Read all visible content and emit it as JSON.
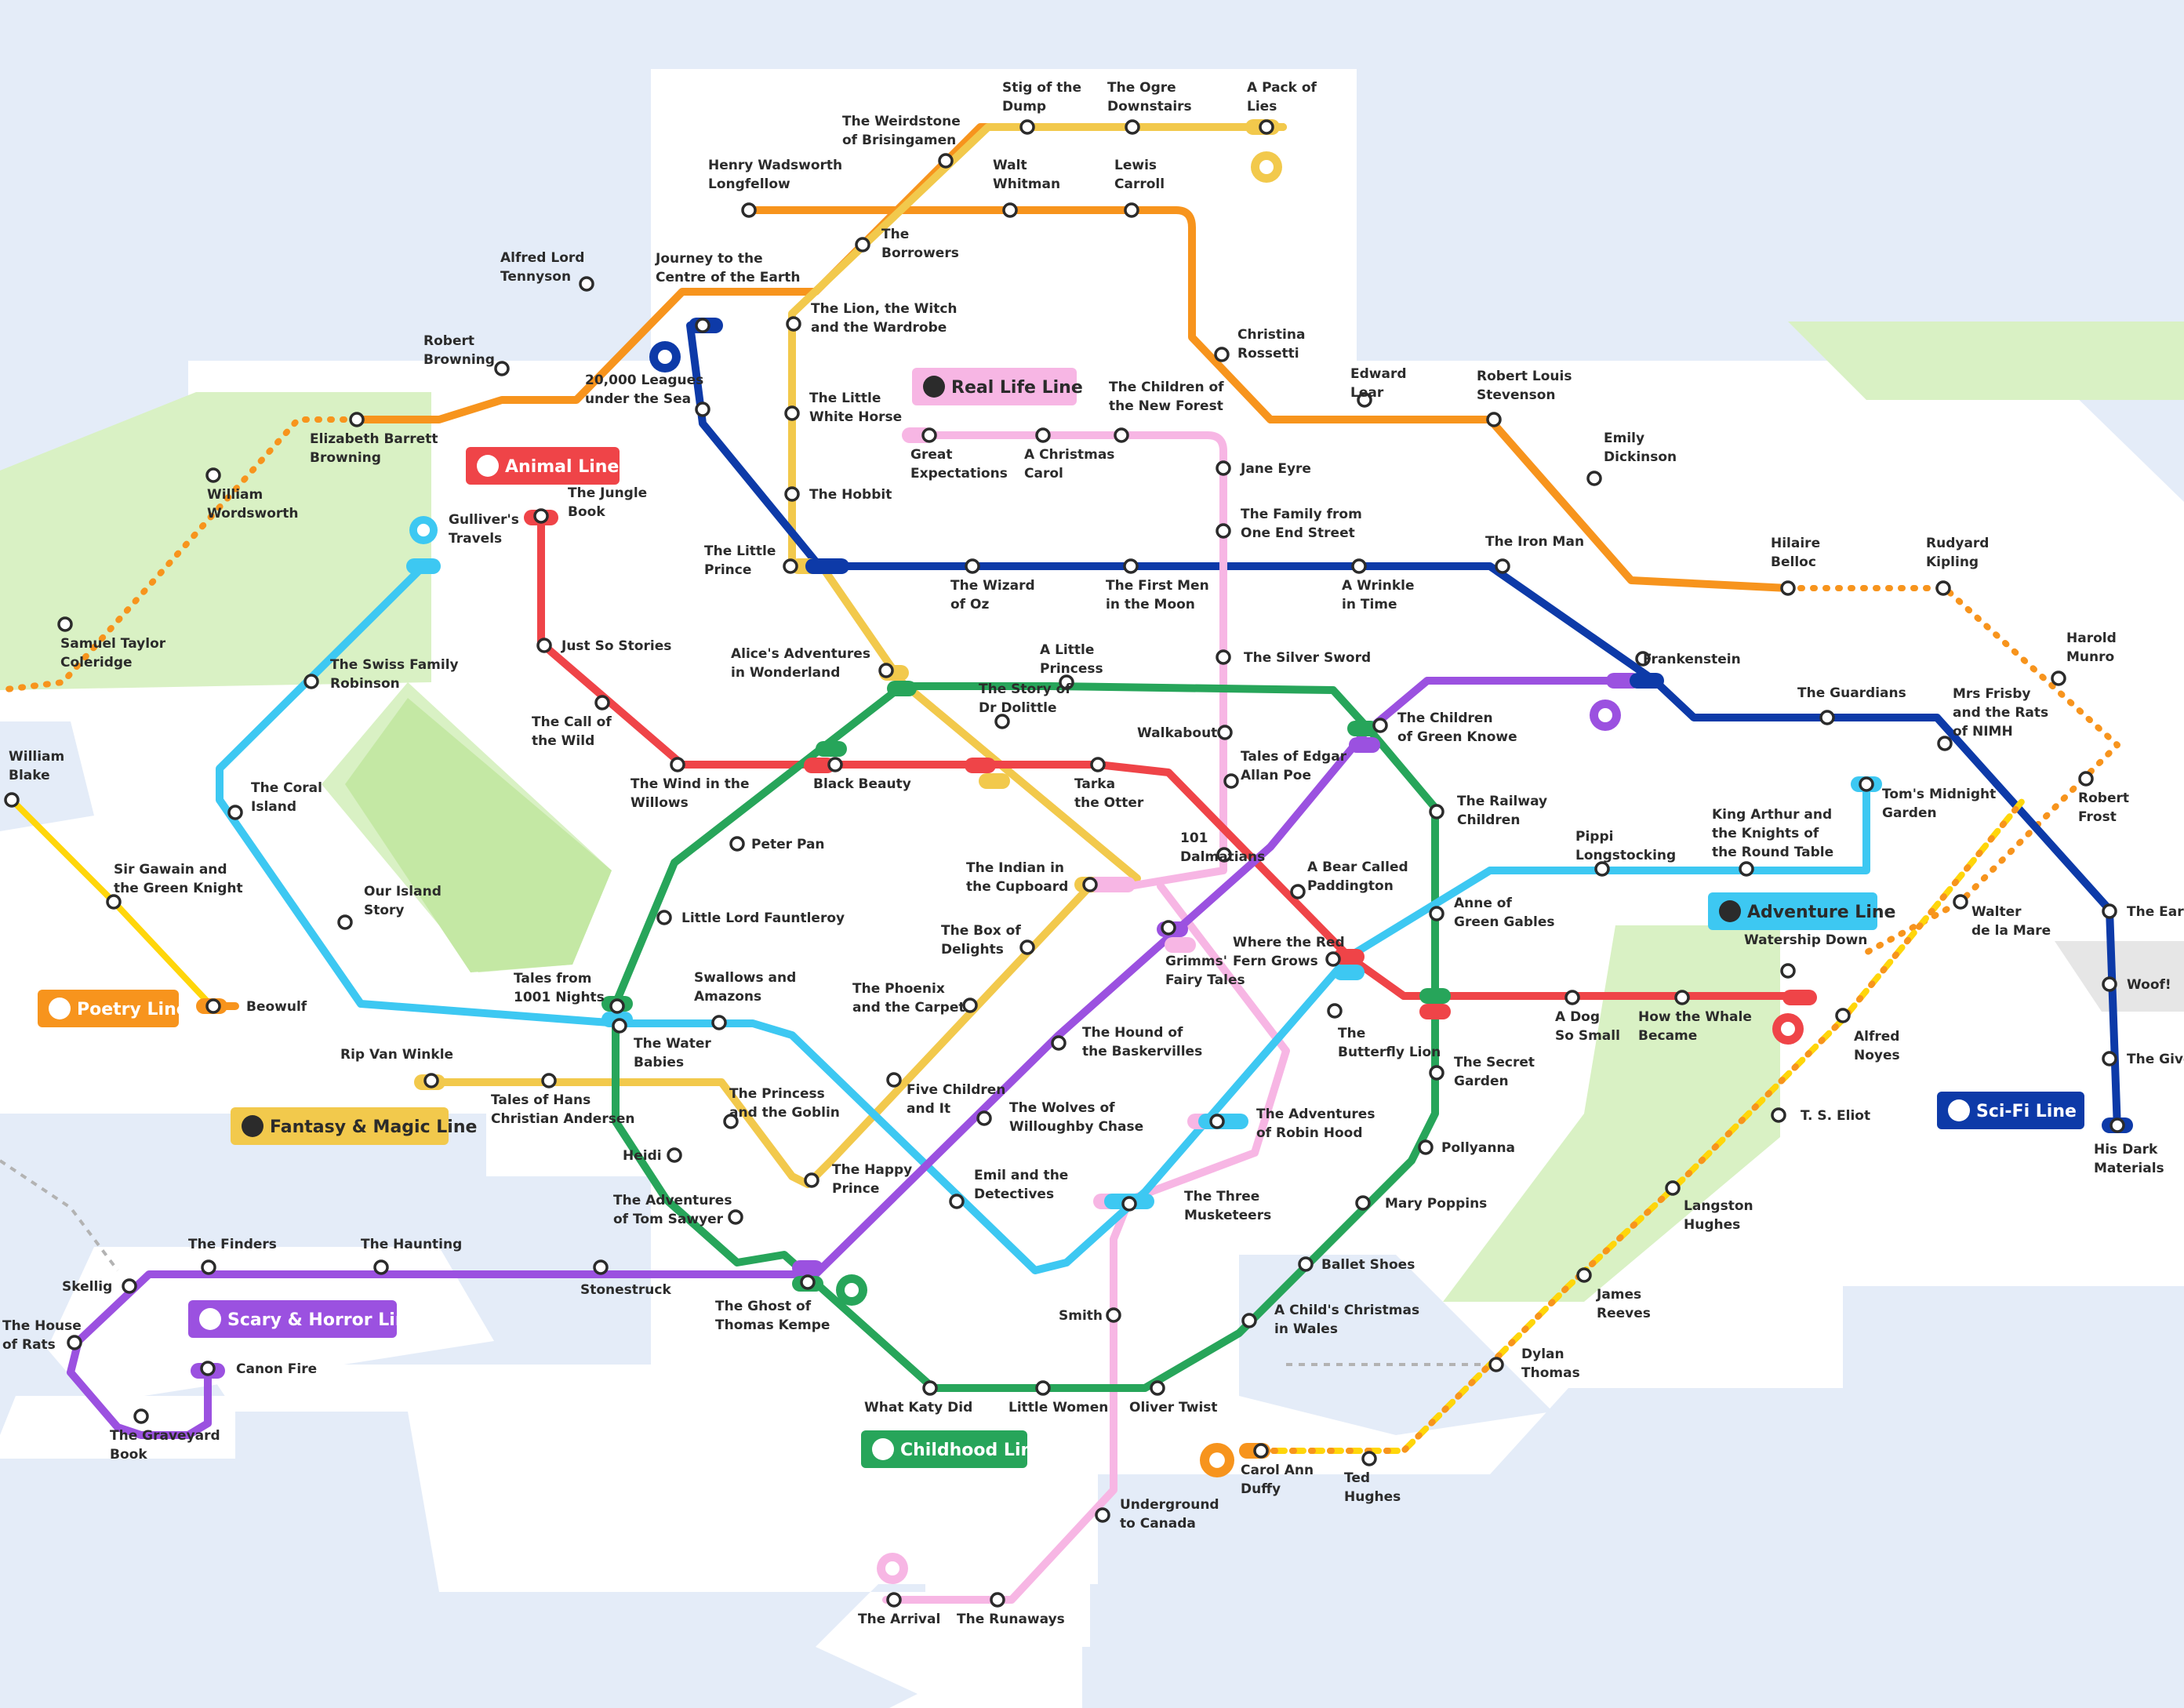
{
  "colors": {
    "poetry": "#f7941d",
    "realLife": "#f7b6e4",
    "childhood": "#27a55a",
    "animal": "#ef4448",
    "fantasy": "#f2c94c",
    "scifi": "#0d3aa8",
    "adventure": "#3dc8f2",
    "horror": "#9b51e0",
    "minor": "#ffd60a"
  },
  "lineBadges": [
    {
      "key": "poetry",
      "label": "Poetry Line",
      "icon": "horse-head-icon"
    },
    {
      "key": "realLife",
      "label": "Real Life Line",
      "icon": "train-icon"
    },
    {
      "key": "animal",
      "label": "Animal Line",
      "icon": "paw-icon"
    },
    {
      "key": "fantasy",
      "label": "Fantasy & Magic Line",
      "icon": "castle-icon"
    },
    {
      "key": "horror",
      "label": "Scary & Horror Line",
      "icon": "ghost-icon"
    },
    {
      "key": "childhood",
      "label": "Childhood Line",
      "icon": "child-icon"
    },
    {
      "key": "adventure",
      "label": "Adventure Line",
      "icon": "compass-icon"
    },
    {
      "key": "scifi",
      "label": "Sci-Fi Line",
      "icon": "rocket-icon"
    }
  ],
  "stations": [
    {
      "id": "stig",
      "lines": [
        "Stig of the",
        "Dump"
      ]
    },
    {
      "id": "ogre",
      "lines": [
        "The Ogre",
        "Downstairs"
      ]
    },
    {
      "id": "packlies",
      "lines": [
        "A Pack of",
        "Lies"
      ]
    },
    {
      "id": "weirdstone",
      "lines": [
        "The Weirdstone",
        "of Brisingamen"
      ]
    },
    {
      "id": "longfellow",
      "lines": [
        "Henry Wadsworth",
        "Longfellow"
      ]
    },
    {
      "id": "whitman",
      "lines": [
        "Walt",
        "Whitman"
      ]
    },
    {
      "id": "carroll",
      "lines": [
        "Lewis",
        "Carroll"
      ]
    },
    {
      "id": "borrowers",
      "lines": [
        "The",
        "Borrowers"
      ]
    },
    {
      "id": "tennyson",
      "lines": [
        "Alfred Lord",
        "Tennyson"
      ]
    },
    {
      "id": "journey",
      "lines": [
        "Journey to the",
        "Centre of the Earth"
      ]
    },
    {
      "id": "lionwitch",
      "lines": [
        "The Lion, the Witch",
        "and the Wardrobe"
      ]
    },
    {
      "id": "rossetti",
      "lines": [
        "Christina",
        "Rossetti"
      ]
    },
    {
      "id": "rbrowning",
      "lines": [
        "Robert",
        "Browning"
      ]
    },
    {
      "id": "childrennewforest",
      "lines": [
        "The Children of",
        "the New Forest"
      ]
    },
    {
      "id": "lear",
      "lines": [
        "Edward",
        "Lear"
      ]
    },
    {
      "id": "stevenson",
      "lines": [
        "Robert Louis",
        "Stevenson"
      ]
    },
    {
      "id": "leagues",
      "lines": [
        "20,000 Leagues",
        "under the Sea"
      ]
    },
    {
      "id": "whitehorse",
      "lines": [
        "The Little",
        "White Horse"
      ]
    },
    {
      "id": "ebrowning",
      "lines": [
        "Elizabeth Barrett",
        "Browning"
      ]
    },
    {
      "id": "greatexp",
      "lines": [
        "Great",
        "Expectations"
      ]
    },
    {
      "id": "christmascarol",
      "lines": [
        "A Christmas",
        "Carol"
      ]
    },
    {
      "id": "janeeyre",
      "lines": [
        "Jane Eyre"
      ]
    },
    {
      "id": "dickinson",
      "lines": [
        "Emily",
        "Dickinson"
      ]
    },
    {
      "id": "wordsworth",
      "lines": [
        "William",
        "Wordsworth"
      ]
    },
    {
      "id": "hobbit",
      "lines": [
        "The Hobbit"
      ]
    },
    {
      "id": "junglebook",
      "lines": [
        "The Jungle",
        "Book"
      ]
    },
    {
      "id": "familyoneend",
      "lines": [
        "The Family from",
        "One End Street"
      ]
    },
    {
      "id": "gulliver",
      "lines": [
        "Gulliver's",
        "Travels"
      ]
    },
    {
      "id": "ironman",
      "lines": [
        "The Iron Man"
      ]
    },
    {
      "id": "littleprince",
      "lines": [
        "The Little",
        "Prince"
      ]
    },
    {
      "id": "wizardoz",
      "lines": [
        "The Wizard",
        "of Oz"
      ]
    },
    {
      "id": "firstmen",
      "lines": [
        "The First Men",
        "in the Moon"
      ]
    },
    {
      "id": "wrinkle",
      "lines": [
        "A Wrinkle",
        "in Time"
      ]
    },
    {
      "id": "belloc",
      "lines": [
        "Hilaire",
        "Belloc"
      ]
    },
    {
      "id": "kipling",
      "lines": [
        "Rudyard",
        "Kipling"
      ]
    },
    {
      "id": "coleridge",
      "lines": [
        "Samuel Taylor",
        "Coleridge"
      ]
    },
    {
      "id": "justso",
      "lines": [
        "Just So Stories"
      ]
    },
    {
      "id": "silversword",
      "lines": [
        "The Silver Sword"
      ]
    },
    {
      "id": "alice",
      "lines": [
        "Alice's Adventures",
        "in Wonderland"
      ]
    },
    {
      "id": "littleprincess",
      "lines": [
        "A Little",
        "Princess"
      ]
    },
    {
      "id": "frankenstein",
      "lines": [
        "Frankenstein"
      ]
    },
    {
      "id": "munro",
      "lines": [
        "Harold",
        "Munro"
      ]
    },
    {
      "id": "swissfamily",
      "lines": [
        "The Swiss Family",
        "Robinson"
      ]
    },
    {
      "id": "callwild",
      "lines": [
        "The Call of",
        "the Wild"
      ]
    },
    {
      "id": "storydolittle",
      "lines": [
        "The Story of",
        "Dr Dolittle"
      ]
    },
    {
      "id": "guardians",
      "lines": [
        "The Guardians"
      ]
    },
    {
      "id": "frisby",
      "lines": [
        "Mrs Frisby",
        "and the Rats",
        "of NIMH"
      ]
    },
    {
      "id": "walkabout",
      "lines": [
        "Walkabout"
      ]
    },
    {
      "id": "greenknowe",
      "lines": [
        "The Children",
        "of Green Knowe"
      ]
    },
    {
      "id": "blake",
      "lines": [
        "William",
        "Blake"
      ]
    },
    {
      "id": "windwillows",
      "lines": [
        "The Wind in the",
        "Willows"
      ]
    },
    {
      "id": "blackbeauty",
      "lines": [
        "Black Beauty"
      ]
    },
    {
      "id": "tarka",
      "lines": [
        "Tarka",
        "the Otter"
      ]
    },
    {
      "id": "edgarpoe",
      "lines": [
        "Tales of Edgar",
        "Allan Poe"
      ]
    },
    {
      "id": "coralisland",
      "lines": [
        "The Coral",
        "Island"
      ]
    },
    {
      "id": "frost",
      "lines": [
        "Robert",
        "Frost"
      ]
    },
    {
      "id": "railway",
      "lines": [
        "The Railway",
        "Children"
      ]
    },
    {
      "id": "pippi",
      "lines": [
        "Pippi",
        "Longstocking"
      ]
    },
    {
      "id": "arthur",
      "lines": [
        "King Arthur and",
        "the Knights of",
        "the Round Table"
      ]
    },
    {
      "id": "midnightgarden",
      "lines": [
        "Tom's Midnight",
        "Garden"
      ]
    },
    {
      "id": "peterpan",
      "lines": [
        "Peter Pan"
      ]
    },
    {
      "id": "dalmatians",
      "lines": [
        "101",
        "Dalmatians"
      ]
    },
    {
      "id": "paddington",
      "lines": [
        "A Bear Called",
        "Paddington"
      ]
    },
    {
      "id": "gawain",
      "lines": [
        "Sir Gawain and",
        "the Green Knight"
      ]
    },
    {
      "id": "indiancupboard",
      "lines": [
        "The Indian in",
        "the Cupboard"
      ]
    },
    {
      "id": "ourisland",
      "lines": [
        "Our Island",
        "Story"
      ]
    },
    {
      "id": "anne",
      "lines": [
        "Anne of",
        "Green Gables"
      ]
    },
    {
      "id": "fauntleroy",
      "lines": [
        "Little Lord Fauntleroy"
      ]
    },
    {
      "id": "delamare",
      "lines": [
        "Walter",
        "de la Mare"
      ]
    },
    {
      "id": "earth",
      "lines": [
        "The Earth"
      ]
    },
    {
      "id": "boxdelights",
      "lines": [
        "The Box of",
        "Delights"
      ]
    },
    {
      "id": "grimm",
      "lines": [
        "Grimms'",
        "Fairy Tales"
      ]
    },
    {
      "id": "redfern",
      "lines": [
        "Where the Red",
        "Fern Grows"
      ]
    },
    {
      "id": "watershipdown",
      "lines": [
        "Watership Down"
      ]
    },
    {
      "id": "woof",
      "lines": [
        "Woof!"
      ]
    },
    {
      "id": "tales1001",
      "lines": [
        "Tales from",
        "1001 Nights"
      ]
    },
    {
      "id": "swallows",
      "lines": [
        "Swallows and",
        "Amazons"
      ]
    },
    {
      "id": "phoenix",
      "lines": [
        "The Phoenix",
        "and the Carpet"
      ]
    },
    {
      "id": "beowulf",
      "lines": [
        "Beowulf"
      ]
    },
    {
      "id": "butterflylion",
      "lines": [
        "The",
        "Butterfly Lion"
      ]
    },
    {
      "id": "dogsosmall",
      "lines": [
        "A Dog",
        "So Small"
      ]
    },
    {
      "id": "whalebecame",
      "lines": [
        "How the Whale",
        "Became"
      ]
    },
    {
      "id": "noyes",
      "lines": [
        "Alfred",
        "Noyes"
      ]
    },
    {
      "id": "waterbabies",
      "lines": [
        "The Water",
        "Babies"
      ]
    },
    {
      "id": "houndbask",
      "lines": [
        "The Hound of",
        "the Baskervilles"
      ]
    },
    {
      "id": "ripvanwinkle",
      "lines": [
        "Rip Van Winkle"
      ]
    },
    {
      "id": "secretgarden",
      "lines": [
        "The Secret",
        "Garden"
      ]
    },
    {
      "id": "thegiver",
      "lines": [
        "The Giver"
      ]
    },
    {
      "id": "andersen",
      "lines": [
        "Tales of Hans",
        "Christian Andersen"
      ]
    },
    {
      "id": "princessgoblin",
      "lines": [
        "The Princess",
        "and the Goblin"
      ]
    },
    {
      "id": "fivechildren",
      "lines": [
        "Five Children",
        "and It"
      ]
    },
    {
      "id": "wolves",
      "lines": [
        "The Wolves of",
        "Willoughby Chase"
      ]
    },
    {
      "id": "robinhood",
      "lines": [
        "The Adventures",
        "of Robin Hood"
      ]
    },
    {
      "id": "eliot",
      "lines": [
        "T. S. Eliot"
      ]
    },
    {
      "id": "heidi",
      "lines": [
        "Heidi"
      ]
    },
    {
      "id": "darkmaterials",
      "lines": [
        "His Dark",
        "Materials"
      ]
    },
    {
      "id": "pollyanna",
      "lines": [
        "Pollyanna"
      ]
    },
    {
      "id": "happyprince",
      "lines": [
        "The Happy",
        "Prince"
      ]
    },
    {
      "id": "emil",
      "lines": [
        "Emil and the",
        "Detectives"
      ]
    },
    {
      "id": "threemusketeers",
      "lines": [
        "The Three",
        "Musketeers"
      ]
    },
    {
      "id": "marypoppins",
      "lines": [
        "Mary Poppins"
      ]
    },
    {
      "id": "hughes_l",
      "lines": [
        "Langston",
        "Hughes"
      ]
    },
    {
      "id": "tomsawyer",
      "lines": [
        "The Adventures",
        "of Tom Sawyer"
      ]
    },
    {
      "id": "finders",
      "lines": [
        "The Finders"
      ]
    },
    {
      "id": "haunting",
      "lines": [
        "The Haunting"
      ]
    },
    {
      "id": "skellig",
      "lines": [
        "Skellig"
      ]
    },
    {
      "id": "balletshoes",
      "lines": [
        "Ballet Shoes"
      ]
    },
    {
      "id": "stonestruck",
      "lines": [
        "Stonestruck"
      ]
    },
    {
      "id": "reeves",
      "lines": [
        "James",
        "Reeves"
      ]
    },
    {
      "id": "ghostkempe",
      "lines": [
        "The Ghost of",
        "Thomas Kempe"
      ]
    },
    {
      "id": "smith",
      "lines": [
        "Smith"
      ]
    },
    {
      "id": "childchristmas",
      "lines": [
        "A Child's Christmas",
        "in Wales"
      ]
    },
    {
      "id": "houserats",
      "lines": [
        "The House",
        "of Rats"
      ]
    },
    {
      "id": "dylanthomas",
      "lines": [
        "Dylan",
        "Thomas"
      ]
    },
    {
      "id": "canonfire",
      "lines": [
        "Canon Fire"
      ]
    },
    {
      "id": "katydid",
      "lines": [
        "What Katy Did"
      ]
    },
    {
      "id": "littlewomen",
      "lines": [
        "Little Women"
      ]
    },
    {
      "id": "olivertwist",
      "lines": [
        "Oliver Twist"
      ]
    },
    {
      "id": "graveyard",
      "lines": [
        "The Graveyard",
        "Book"
      ]
    },
    {
      "id": "duffy",
      "lines": [
        "Carol Ann",
        "Duffy"
      ]
    },
    {
      "id": "tedhughes",
      "lines": [
        "Ted",
        "Hughes"
      ]
    },
    {
      "id": "underground",
      "lines": [
        "Underground",
        "to Canada"
      ]
    },
    {
      "id": "arrival",
      "lines": [
        "The Arrival"
      ]
    },
    {
      "id": "runaways",
      "lines": [
        "The Runaways"
      ]
    }
  ]
}
